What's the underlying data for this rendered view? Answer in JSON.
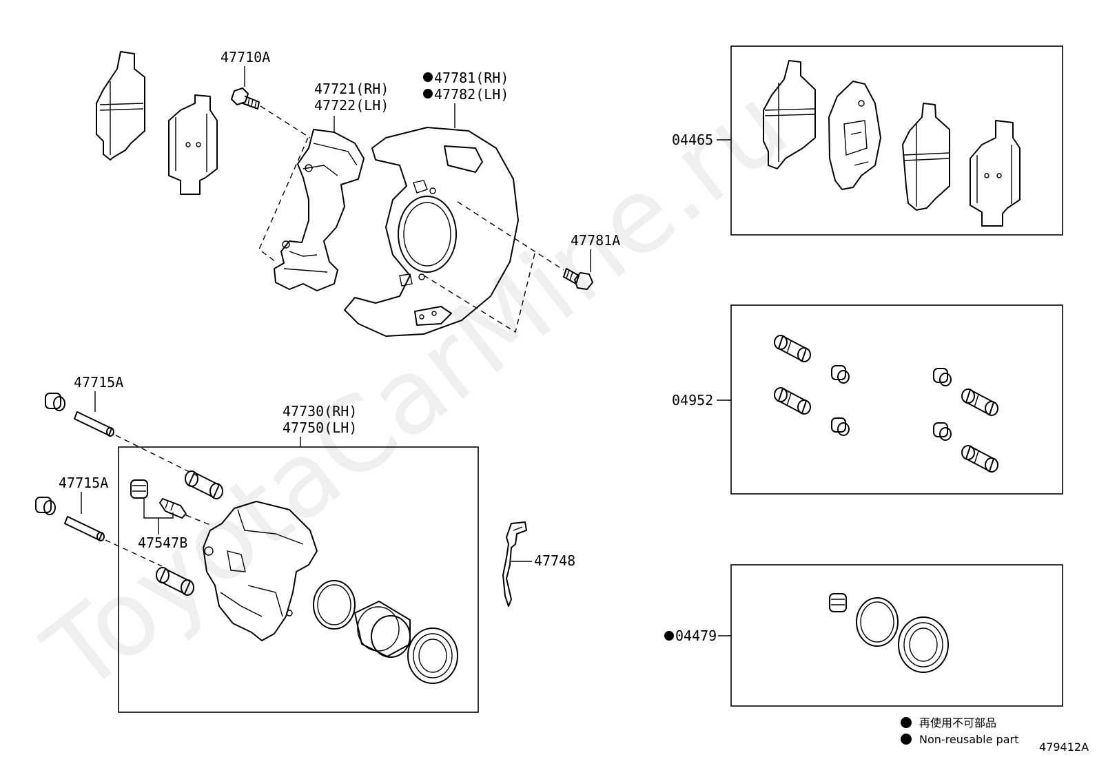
{
  "watermark": "ToyotaCarMine.ru",
  "labels": {
    "bolt_47710A": "47710A",
    "mount_rh": "47721(RH)",
    "mount_lh": "47722(LH)",
    "shield_rh": "47781(RH)",
    "shield_lh": "47782(LH)",
    "bolt_47781A": "47781A",
    "kit_04465": "04465",
    "kit_04952": "04952",
    "kit_04479": "04479",
    "pin_47715A_top": "47715A",
    "pin_47715A_bottom": "47715A",
    "caliper_rh": "47730(RH)",
    "caliper_lh": "47750(LH)",
    "bleeder_47547B": "47547B",
    "spring_47748": "47748"
  },
  "legend": {
    "japanese": "再使用不可部品",
    "english": "Non-reusable part"
  },
  "diagram_id": "479412A"
}
